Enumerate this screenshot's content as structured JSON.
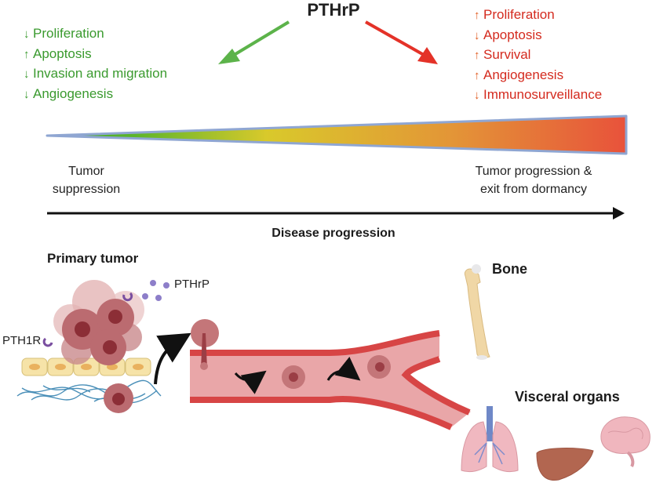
{
  "header": {
    "title": "PTHrP"
  },
  "suppression_effects": {
    "color": "#3a9a2e",
    "items": [
      {
        "direction": "down",
        "arrow": "↓",
        "label": "Proliferation"
      },
      {
        "direction": "up",
        "arrow": "↑",
        "label": "Apoptosis"
      },
      {
        "direction": "down",
        "arrow": "↓",
        "label": "Invasion and migration"
      },
      {
        "direction": "down",
        "arrow": "↓",
        "label": "Angiogenesis"
      }
    ]
  },
  "progression_effects": {
    "color": "#d42a1e",
    "items": [
      {
        "direction": "up",
        "arrow": "↑",
        "label": "Proliferation"
      },
      {
        "direction": "down",
        "arrow": "↓",
        "label": "Apoptosis"
      },
      {
        "direction": "up",
        "arrow": "↑",
        "label": "Survival"
      },
      {
        "direction": "up",
        "arrow": "↑",
        "label": "Angiogenesis"
      },
      {
        "direction": "down",
        "arrow": "↓",
        "label": "Immunosurveillance"
      }
    ]
  },
  "gradient": {
    "colors": [
      "#4aae2c",
      "#d8c82a",
      "#e4903a",
      "#e8523a"
    ],
    "border_color": "#8fa6d2"
  },
  "stages": {
    "left": [
      "Tumor",
      "suppression"
    ],
    "right": [
      "Tumor progression &",
      "exit from dormancy"
    ]
  },
  "axis": {
    "label": "Disease progression"
  },
  "illustration": {
    "primary_tumor_label": "Primary tumor",
    "pthrp_label": "PTHrP",
    "receptor_label": "PTH1R",
    "bone_label": "Bone",
    "visceral_label": "Visceral organs"
  }
}
